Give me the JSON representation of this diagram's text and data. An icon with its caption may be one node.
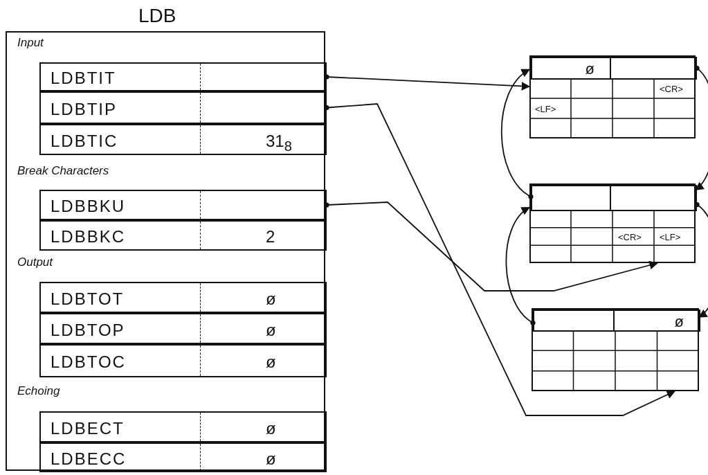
{
  "diagram": {
    "nodes": [
      {
        "text": [
          "LDB"
        ]
      },
      {
        "text": [
          "LDBTIT"
        ],
        "in": 0
      },
      {
        "text": [
          "LDBTIP"
        ],
        "in": 0
      },
      {
        "text": [
          "LDBTIC",
          "31$_{8}$"
        ],
        "in": 0
      },
      {
        "text": [
          "LDBBKU"
        ],
        "in": 0
      },
      {
        "text": [
          "LDBBKC",
          "2"
        ],
        "in": 0
      },
      {
        "text": [
          "LDBTOT",
          "ø"
        ],
        "in": 0
      },
      {
        "text": [
          "LDBTOP",
          "ø"
        ],
        "in": 0
      },
      {
        "text": [
          "LDBTOC",
          "ø"
        ],
        "in": 0
      },
      {
        "text": [
          "LDBECT",
          "ø"
        ],
        "in": 0
      },
      {
        "text": [
          "LDBECC",
          "ø"
        ],
        "in": 0
      },
      {
        "text": [
          "<CR>",
          "<LF>"
        ]
      },
      {
        "text": [
          "ø"
        ],
        "in": 11
      },
      {
        "text": [],
        "shape": "box",
        "in": 11
      },
      {
        "text": [
          "<CR>",
          "<LF>"
        ]
      },
      {
        "text": [],
        "shape": "box",
        "in": 14
      },
      {
        "text": [],
        "shape": "box",
        "in": 14
      },
      {
        "text": [],
        "shape": "box"
      },
      {
        "text": [],
        "shape": "box",
        "in": 17
      },
      {
        "text": [
          "ø"
        ],
        "in": 17
      }
    ],
    "edges": [
      {
        "from": 1,
        "to": 11,
        "arrow": "to"
      },
      {
        "from": 2,
        "to": 17,
        "arrow": "to"
      },
      {
        "from": 4,
        "to": 14,
        "arrow": "to"
      },
      {
        "from": 13,
        "to": 14,
        "arrow": "to"
      },
      {
        "from": 15,
        "to": 11,
        "arrow": "to"
      },
      {
        "from": 16,
        "to": 17,
        "arrow": "to"
      },
      {
        "from": 18,
        "to": 14,
        "arrow": "to"
      }
    ],
    "labels": [
      "Input",
      "Break Characters",
      "Output",
      "Echoing"
    ]
  }
}
